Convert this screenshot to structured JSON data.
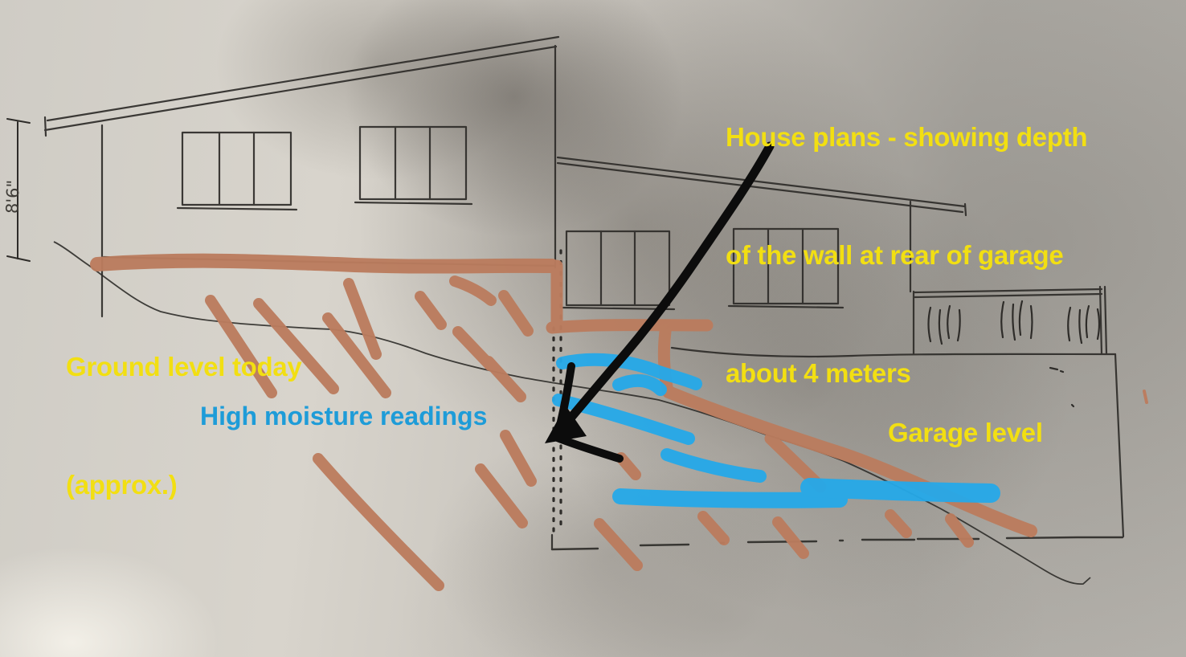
{
  "image_type": "photo of hand-drawn house elevation sketch with marker annotations",
  "annotations": {
    "title": {
      "line1": "House plans - showing depth",
      "line2": "of the wall at rear of garage",
      "line3": "about 4 meters"
    },
    "ground_level": {
      "line1": "Ground level today",
      "line2": "(approx.)"
    },
    "moisture_label": "High moisture readings",
    "garage_label": "Garage level",
    "height_dimension": "8'6\""
  },
  "legend": {
    "brown_strokes_meaning": "ground level / soil hatching",
    "blue_strokes_meaning": "high moisture readings",
    "black_arrow_meaning": "points to wall at rear of garage (about 4 meters deep)",
    "dotted_line_meaning": "buried rear wall of garage"
  },
  "colors": {
    "annotation_yellow": "#f2df12",
    "moisture_text_blue": "#1e9cd8",
    "marker_blue": "#25a9e9",
    "marker_brown": "#bb7c5e",
    "marker_black": "#0c0c0c",
    "pencil": "#2e2c29",
    "paper_light": "#d7d3cb",
    "paper_shadow": "#8a867f"
  }
}
